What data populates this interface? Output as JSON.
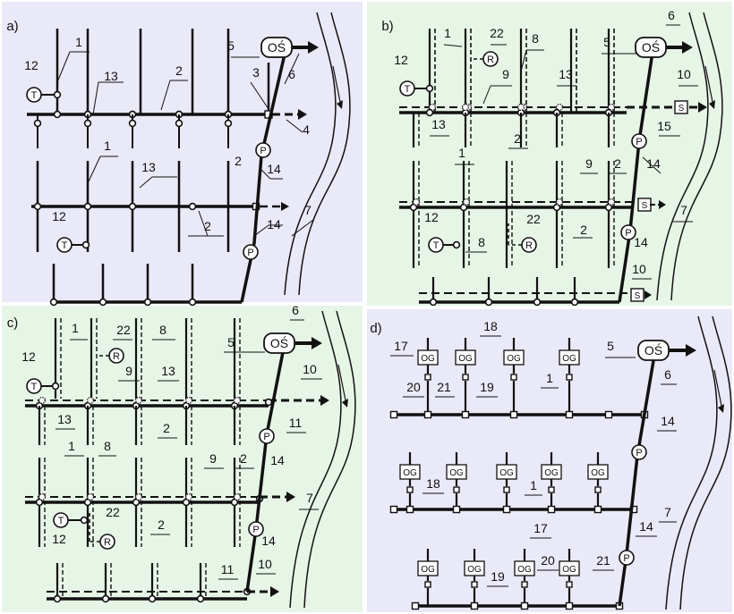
{
  "panels": [
    {
      "id": "a",
      "label": "a)",
      "bg": "#e9e9f8"
    },
    {
      "id": "b",
      "label": "b)",
      "bg": "#e6f5e6"
    },
    {
      "id": "c",
      "label": "c)",
      "bg": "#e6f5e6"
    },
    {
      "id": "d",
      "label": "d)",
      "bg": "#e9e9f8"
    }
  ],
  "symbols": {
    "treatment_plant": "OŚ",
    "pump": "P",
    "tank": "T",
    "retention": "R",
    "separator": "S",
    "septic_tank": "OG"
  },
  "numbers": {
    "n1": "1",
    "n2": "2",
    "n3": "3",
    "n4": "4",
    "n5": "5",
    "n6": "6",
    "n7": "7",
    "n8": "8",
    "n9": "9",
    "n10": "10",
    "n11": "11",
    "n12": "12",
    "n13": "13",
    "n14": "14",
    "n15": "15",
    "n17": "17",
    "n18": "18",
    "n19": "19",
    "n20": "20",
    "n21": "21",
    "n22": "22"
  },
  "colors": {
    "line": "#111111",
    "panel_a_bg": "#e9e9f8",
    "panel_b_bg": "#e6f5e6",
    "panel_c_bg": "#e6f5e6",
    "panel_d_bg": "#e9e9f8"
  }
}
